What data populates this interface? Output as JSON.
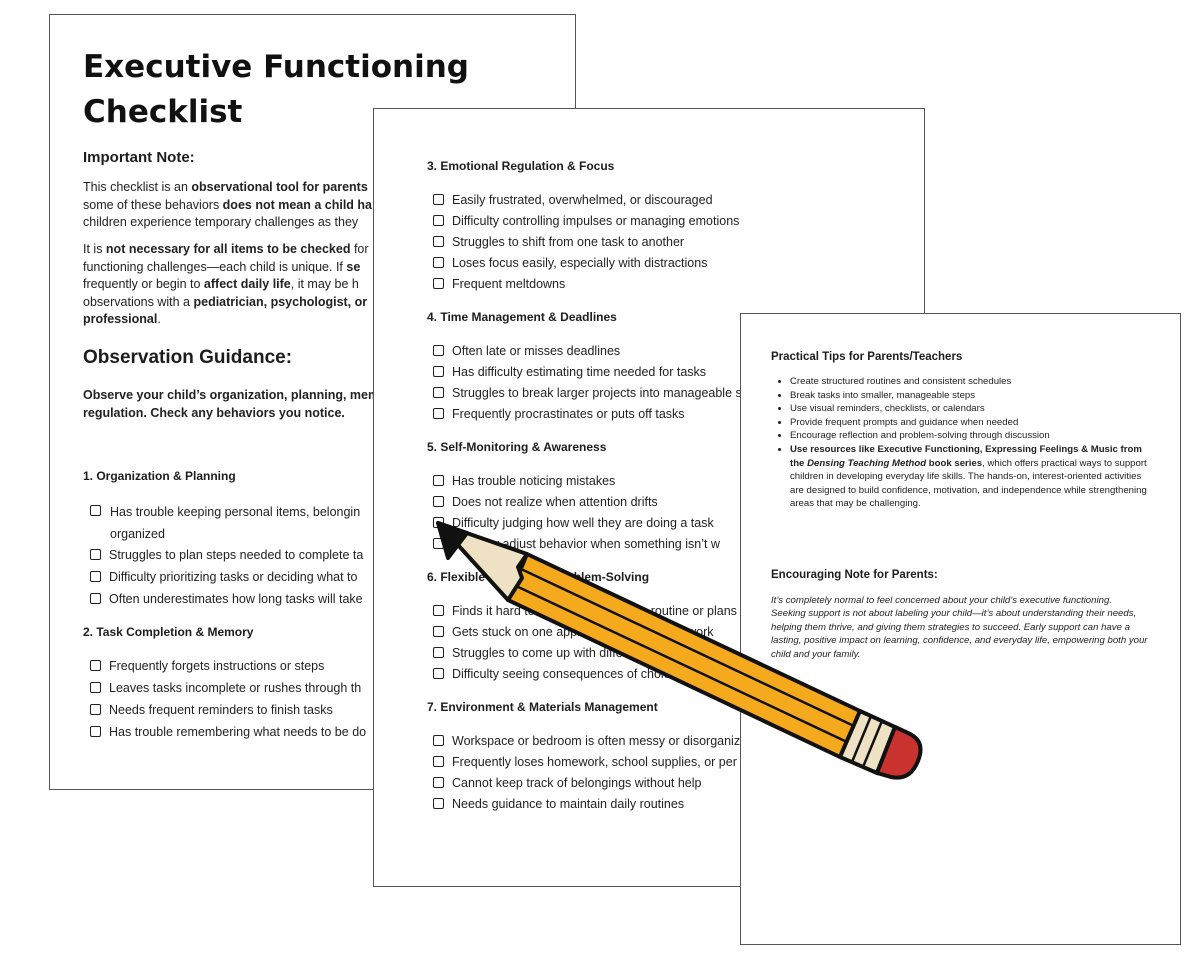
{
  "page1": {
    "title_line1": "Executive Functioning",
    "title_line2": "Checklist",
    "important_heading": "Important Note:",
    "para1": {
      "t1": "This checklist is an ",
      "b1": "observational tool for parents",
      "t2": "some of these behaviors ",
      "b2": "does not mean a child ha",
      "t3": "children experience temporary challenges as they"
    },
    "para2": {
      "t1": "It is ",
      "b1": "not necessary for all items to be checked",
      "t2": " for",
      "t3": "functioning challenges—each child is unique. If ",
      "b2": "se",
      "t4": "frequently or begin to ",
      "b3": "affect daily life",
      "t5": ", it may be h",
      "t6": "observations with a ",
      "b4": "pediatrician, psychologist, or",
      "b5": "professional",
      "t7": "."
    },
    "guidance_heading": "Observation Guidance:",
    "guidance_text_line1": "Observe your child’s organization, planning, mem",
    "guidance_text_line2": "regulation. Check any behaviors you notice.",
    "section1": {
      "title": "1. Organization & Planning",
      "items": [
        "Has trouble keeping  personal items, belongin organized",
        "Struggles to plan steps needed to complete ta",
        "Difficulty prioritizing tasks or deciding what to",
        "Often underestimates how long tasks will take"
      ]
    },
    "section2": {
      "title": "2. Task Completion & Memory",
      "items": [
        "Frequently forgets instructions or steps",
        "Leaves tasks incomplete or rushes through th",
        "Needs frequent reminders to finish tasks",
        "Has trouble remembering what needs to be do"
      ]
    }
  },
  "page2": {
    "section3": {
      "title": "3. Emotional Regulation & Focus",
      "items": [
        "Easily frustrated, overwhelmed, or discouraged",
        "Difficulty controlling impulses or managing emotions",
        "Struggles to shift from one task to another",
        "Loses focus easily, especially with distractions",
        "Frequent meltdowns"
      ]
    },
    "section4": {
      "title": "4. Time Management & Deadlines",
      "items": [
        "Often late or misses deadlines",
        "Has difficulty estimating time needed for tasks",
        "Struggles to break larger projects into manageable s",
        "Frequently procrastinates or puts off tasks"
      ]
    },
    "section5": {
      "title": "5. Self-Monitoring & Awareness",
      "items": [
        "Has trouble noticing mistakes",
        "Does not realize when attention drifts",
        "Difficulty judging how well they are doing a task",
        "Difficulty adjust behavior when something isn’t w"
      ]
    },
    "section6": {
      "title": "6. Flexible Thinking & Problem-Solving",
      "items": [
        "Finds it hard to adapt to changes in routine or plans",
        "Gets stuck on one approach even if it isn't work",
        "Struggles to come up with different solutions",
        "Difficulty seeing consequences of choices"
      ]
    },
    "section7": {
      "title": "7. Environment & Materials Management",
      "items": [
        "Workspace or bedroom is often messy or disorganiz",
        "Frequently loses homework, school supplies, or per",
        "Cannot keep track of belongings without help",
        "Needs guidance to maintain daily routines"
      ]
    }
  },
  "page3": {
    "tips_heading": "Practical Tips for Parents/Teachers",
    "tips": [
      "Create structured routines and consistent schedules",
      "Break tasks into smaller, manageable steps",
      "Use visual reminders, checklists, or calendars",
      "Provide frequent prompts and guidance when needed",
      "Encourage reflection and problem-solving through discussion"
    ],
    "tip_last": {
      "b1": "Use resources like Executive Functioning, Expressing Feelings & Music from the ",
      "bi": "Densing Teaching Method",
      "b2": " book series",
      "t1": ", which offers practical ways to support children in developing everyday life skills. The hands-on, interest-oriented activities are designed to build confidence, motivation, and independence while strengthening areas that may be challenging."
    },
    "encouraging_heading": "Encouraging Note for Parents:",
    "encouraging_text": "It’s completely normal to feel concerned about your child’s executive functioning. Seeking support is not about labeling your child—it’s about understanding their needs, helping them thrive, and giving them strategies to succeed. Early support can have a lasting, positive impact on learning, confidence, and everyday life, empowering both your child and your family."
  },
  "colors": {
    "pencil_body": "#f5a91c",
    "pencil_eraser": "#c9322e",
    "pencil_wood": "#efe2c4",
    "outline": "#111111"
  },
  "icons": [
    "checkbox-icon",
    "pencil-illustration"
  ]
}
